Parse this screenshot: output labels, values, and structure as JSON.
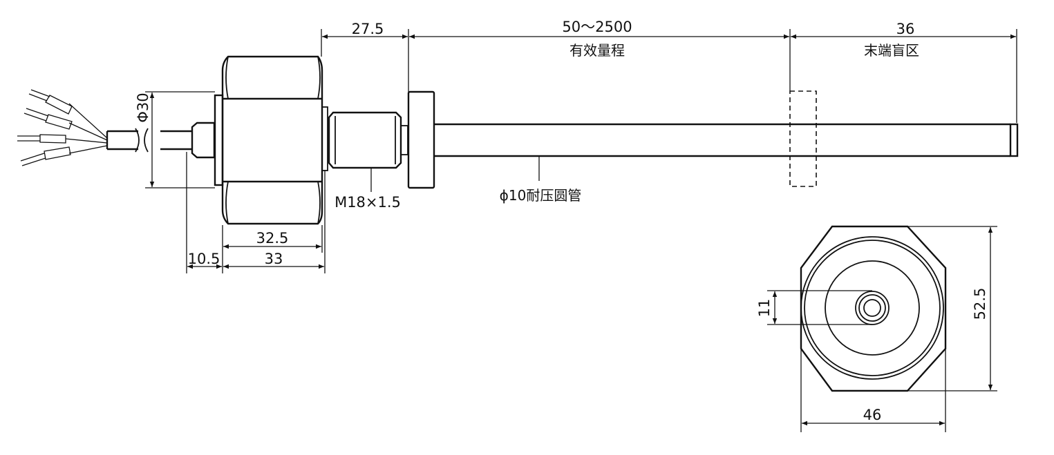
{
  "dimensions": {
    "d_27_5": "27.5",
    "d_range": "50～2500",
    "d_range_label": "有效量程",
    "d_36": "36",
    "d_36_label": "末端盲区",
    "d_phi30": "Φ30",
    "d_32_5": "32.5",
    "d_33": "33",
    "d_10_5": "10.5",
    "d_11": "11",
    "d_52_5": "52.5",
    "d_46": "46"
  },
  "callouts": {
    "thread": "M18×1.5",
    "tube": "ϕ10耐压圆管"
  }
}
